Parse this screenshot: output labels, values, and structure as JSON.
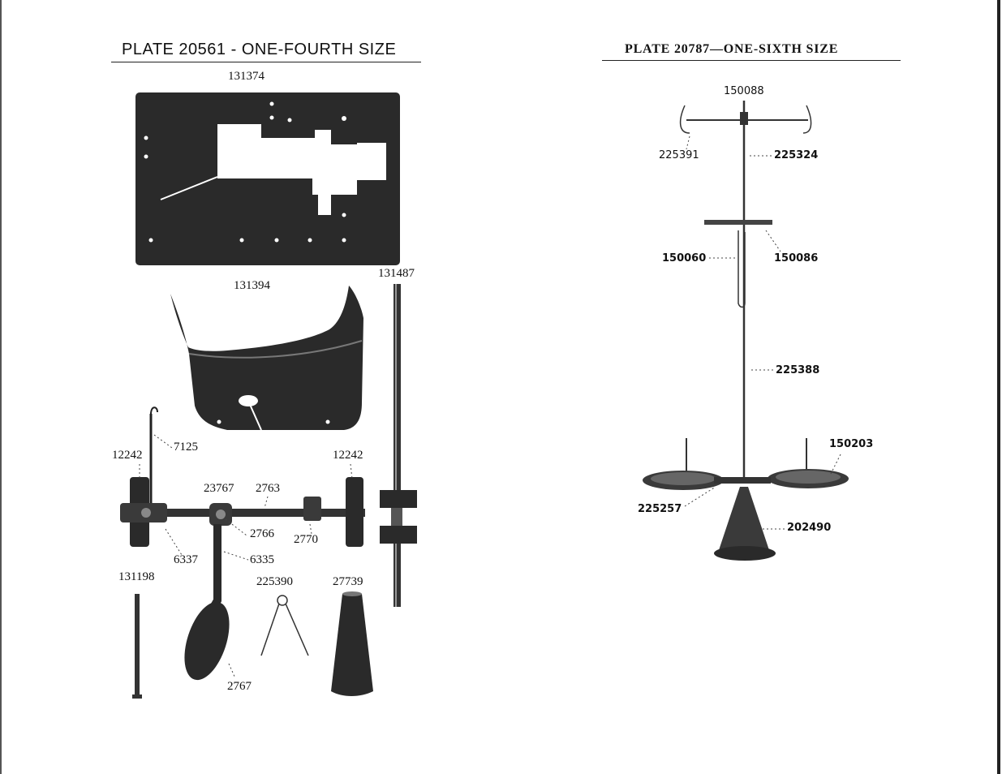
{
  "left_plate": {
    "title": "PLATE 20561 - ONE-FOURTH SIZE",
    "labels": {
      "p131374": "131374",
      "p131394": "131394",
      "p131487": "131487",
      "p12242a": "12242",
      "p7125": "7125",
      "p12242b": "12242",
      "p23767": "23767",
      "p2763": "2763",
      "p2766": "2766",
      "p2770": "2770",
      "p6337": "6337",
      "p6335": "6335",
      "p131198": "131198",
      "p225390": "225390",
      "p27739": "27739",
      "p2767": "2767"
    }
  },
  "right_plate": {
    "title": "PLATE 20787—ONE-SIXTH SIZE",
    "labels": {
      "p150088": "150088",
      "p225391": "225391",
      "p225324": "225324",
      "p150060": "150060",
      "p150086": "150086",
      "p225388": "225388",
      "p150203": "150203",
      "p225257": "225257",
      "p202490": "202490"
    }
  },
  "colors": {
    "ink": "#111111",
    "plate_dark": "#2a2a2a",
    "paper": "#ffffff"
  }
}
